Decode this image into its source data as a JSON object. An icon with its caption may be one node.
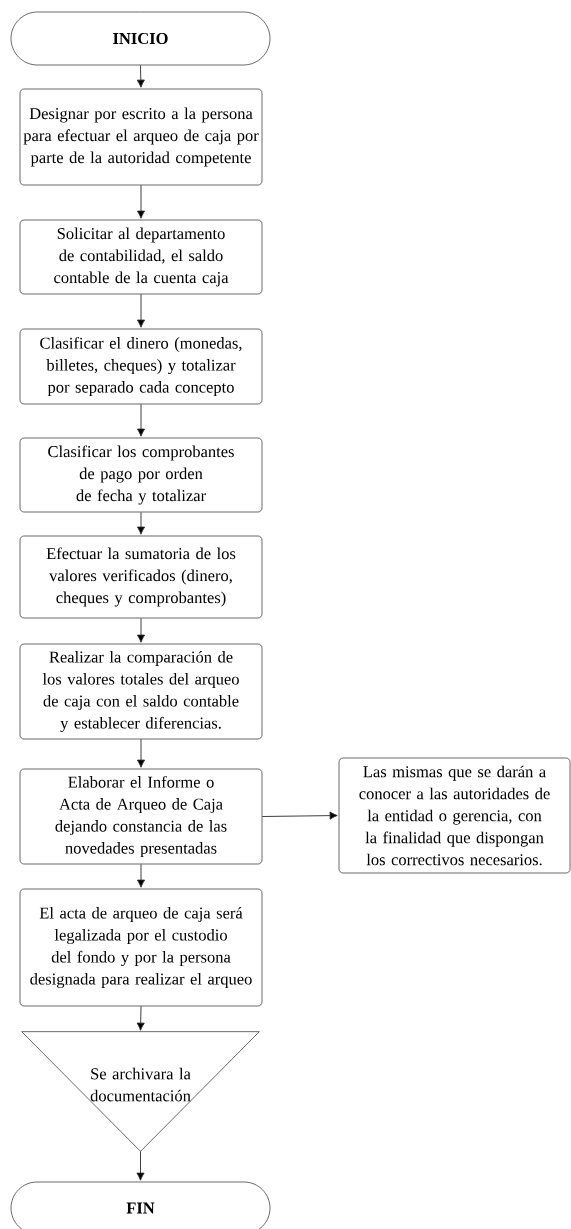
{
  "diagram": {
    "nodes": [
      {
        "text": [
          "INICIO"
        ]
      },
      {
        "text": [
          "Designar por escrito a la persona para efectuar el arqueo de caja por parte de la autoridad competente"
        ]
      },
      {
        "text": [
          "Solicitar al departamento de contabilidad, el saldo contable de la cuenta caja"
        ]
      },
      {
        "text": [
          "Clasificar el dinero (monedas, billetes, cheques) y totalizar por separado cada concepto"
        ]
      },
      {
        "text": [
          "Clasificar los comprobantes de pago por orden de fecha y totalizar"
        ]
      },
      {
        "text": [
          "Efectuar la sumatoria de los valores verificados (dinero, cheques y comprobantes)"
        ]
      },
      {
        "text": [
          "Realizar la comparación de los valores totales del arqueo de caja con el saldo contable y establecer diferencias."
        ]
      },
      {
        "text": [
          "Elaborar el Informe o Acta de Arqueo de Caja dejando constancia de las novedades presentadas"
        ]
      },
      {
        "text": [
          "Las mismas que se darán a conocer a las autoridades de la entidad o gerencia, con la finalidad que dispongan los correctivos necesarios."
        ]
      },
      {
        "text": [
          "El acta de arqueo de caja será legalizada por el custodio del fondo y por la persona designada para realizar el arqueo"
        ]
      },
      {
        "text": [
          "Se archivara la documentación"
        ]
      },
      {
        "text": [
          "FIN"
        ]
      }
    ],
    "edges": [
      {
        "from": 0,
        "to": 1,
        "arrow": "to"
      },
      {
        "from": 1,
        "to": 2,
        "arrow": "to"
      },
      {
        "from": 2,
        "to": 3,
        "arrow": "to"
      },
      {
        "from": 3,
        "to": 4,
        "arrow": "to"
      },
      {
        "from": 4,
        "to": 5,
        "arrow": "to"
      },
      {
        "from": 5,
        "to": 6,
        "arrow": "to"
      },
      {
        "from": 6,
        "to": 7,
        "arrow": "to"
      },
      {
        "from": 7,
        "to": 8,
        "arrow": "to"
      },
      {
        "from": 7,
        "to": 9,
        "arrow": "to"
      },
      {
        "from": 9,
        "to": 10,
        "arrow": "to"
      },
      {
        "from": 10,
        "to": 11,
        "arrow": "to"
      }
    ]
  }
}
